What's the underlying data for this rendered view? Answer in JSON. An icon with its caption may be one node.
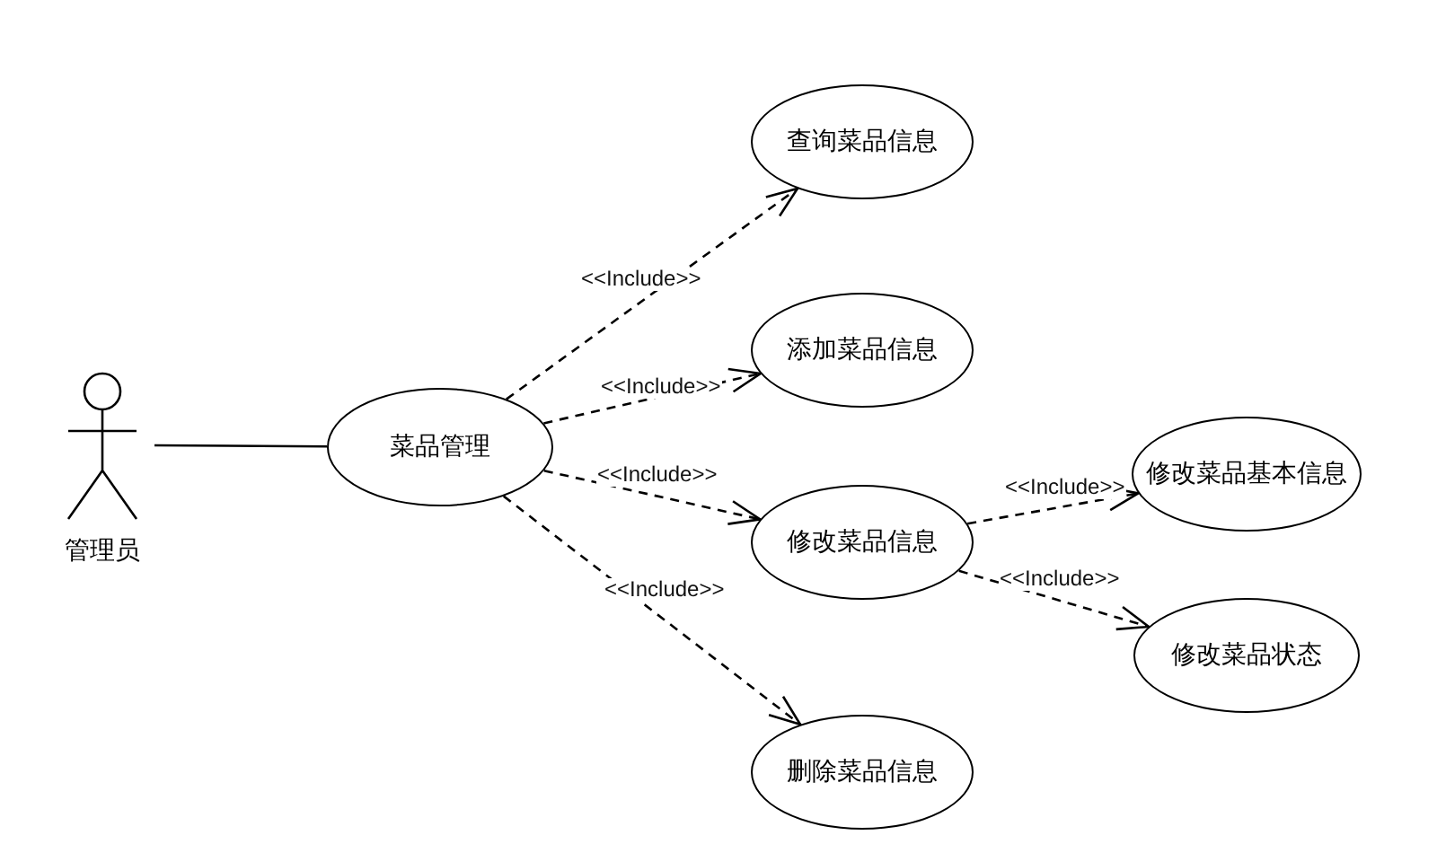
{
  "diagram": {
    "nodes": [
      {
        "text": [
          "管理员"
        ]
      },
      {
        "text": [
          "菜品管理"
        ]
      },
      {
        "text": [
          "查询菜品信息"
        ]
      },
      {
        "text": [
          "添加菜品信息"
        ]
      },
      {
        "text": [
          "修改菜品信息"
        ]
      },
      {
        "text": [
          "删除菜品信息"
        ]
      },
      {
        "text": [
          "修改菜品基本信息"
        ]
      },
      {
        "text": [
          "修改菜品状态"
        ]
      }
    ],
    "edges": [
      {
        "from": 0,
        "to": 1,
        "arrow": "none"
      },
      {
        "from": 1,
        "to": 2,
        "arrow": "to",
        "label": "<<Include>>",
        "style": "dashed"
      },
      {
        "from": 1,
        "to": 3,
        "arrow": "to",
        "label": "<<Include>>",
        "style": "dashed"
      },
      {
        "from": 1,
        "to": 4,
        "arrow": "to",
        "label": "<<Include>>",
        "style": "dashed"
      },
      {
        "from": 1,
        "to": 5,
        "arrow": "to",
        "label": "<<Include>>",
        "style": "dashed"
      },
      {
        "from": 4,
        "to": 6,
        "arrow": "to",
        "label": "<<Include>>",
        "style": "dashed"
      },
      {
        "from": 4,
        "to": 7,
        "arrow": "to",
        "label": "<<Include>>",
        "style": "dashed"
      }
    ]
  }
}
